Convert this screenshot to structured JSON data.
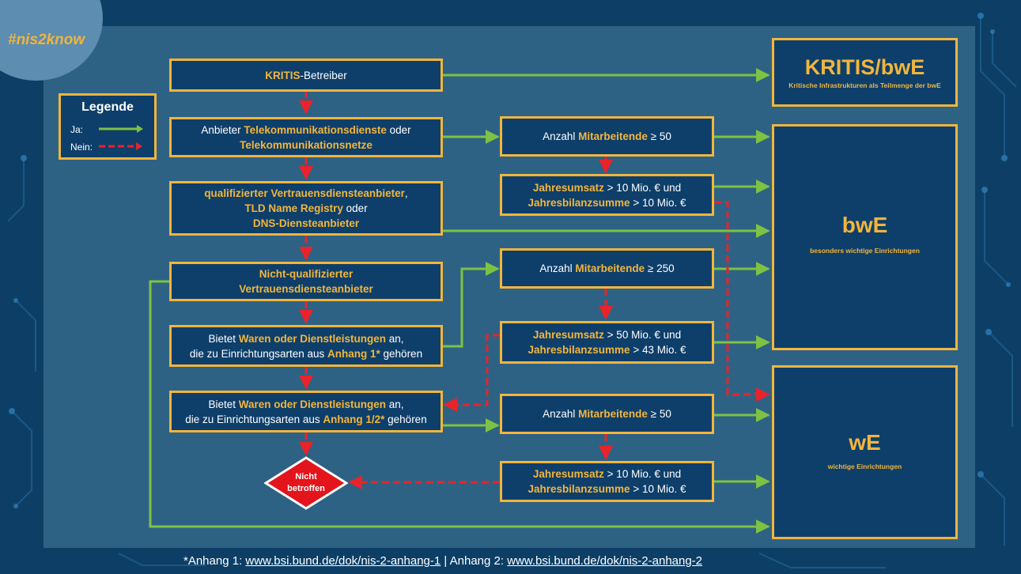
{
  "hashtag": "#nis2know",
  "legend": {
    "title": "Legende",
    "ja": "Ja:",
    "nein": "Nein:"
  },
  "boxes": {
    "kritis": {
      "hl": "KRITIS",
      "tail": "-Betreiber"
    },
    "tk": {
      "l1_pre": "Anbieter ",
      "l1_hl": "Telekommunikationsdienste",
      "l1_post": " oder",
      "l2_hl": "Telekommunikationsnetze"
    },
    "qvda": {
      "l1_hl": "qualifizierter Vertrauensdiensteanbieter",
      "l1_post": ",",
      "l2_hl": "TLD Name Registry",
      "l2_post": " oder",
      "l3_hl": "DNS-Diensteanbieter"
    },
    "nqvda": {
      "l1_hl": "Nicht-qualifizierter",
      "l2_hl": "Vertrauensdiensteanbieter"
    },
    "anhang1": {
      "l1_pre": "Bietet ",
      "l1_hl": "Waren oder Dienstleistungen",
      "l1_post": " an,",
      "l2_pre": "die zu Einrichtungsarten aus ",
      "l2_hl": "Anhang 1*",
      "l2_post": " gehören"
    },
    "anhang12": {
      "l1_pre": "Bietet ",
      "l1_hl": "Waren oder Dienstleistungen",
      "l1_post": " an,",
      "l2_pre": "die zu Einrichtungsarten aus ",
      "l2_hl": "Anhang 1/2*",
      "l2_post": " gehören"
    },
    "ma50a": {
      "pre": "Anzahl ",
      "hl": "Mitarbeitende",
      "post": " ≥ 50"
    },
    "ums10a": {
      "l1_hl": "Jahresumsatz",
      "l1_post": " > 10 Mio. € und",
      "l2_hl": "Jahresbilanzsumme",
      "l2_post": " > 10 Mio. €"
    },
    "ma250": {
      "pre": "Anzahl ",
      "hl": "Mitarbeitende",
      "post": " ≥ 250"
    },
    "ums50": {
      "l1_hl": "Jahresumsatz",
      "l1_post": " > 50 Mio. € und",
      "l2_hl": "Jahresbilanzsumme",
      "l2_post": " > 43 Mio. €"
    },
    "ma50b": {
      "pre": "Anzahl ",
      "hl": "Mitarbeitende",
      "post": " ≥ 50"
    },
    "ums10b": {
      "l1_hl": "Jahresumsatz",
      "l1_post": " > 10 Mio. € und",
      "l2_hl": "Jahresbilanzsumme",
      "l2_post": " > 10 Mio. €"
    }
  },
  "categories": {
    "kritisbwe": {
      "title": "KRITIS/bwE",
      "sub": "Kritische Infrastrukturen als Teilmenge der bwE"
    },
    "bwe": {
      "title": "bwE",
      "sub": "besonders wichtige Einrichtungen"
    },
    "we": {
      "title": "wE",
      "sub": "wichtige Einrichtungen"
    }
  },
  "nicht_betroffen": {
    "l1": "Nicht",
    "l2": "betroffen"
  },
  "footnote": {
    "part1": "*Anhang 1: ",
    "link1": "www.bsi.bund.de/dok/nis-2-anhang-1",
    "sep": " | Anhang 2: ",
    "link2": "www.bsi.bund.de/dok/nis-2-anhang-2"
  },
  "colors": {
    "yes": "#7dc242",
    "no": "#e8232a",
    "accent": "#f2b53c",
    "box": "#0e3f6a",
    "panel": "#2e6285",
    "background": "#0d3f66"
  }
}
